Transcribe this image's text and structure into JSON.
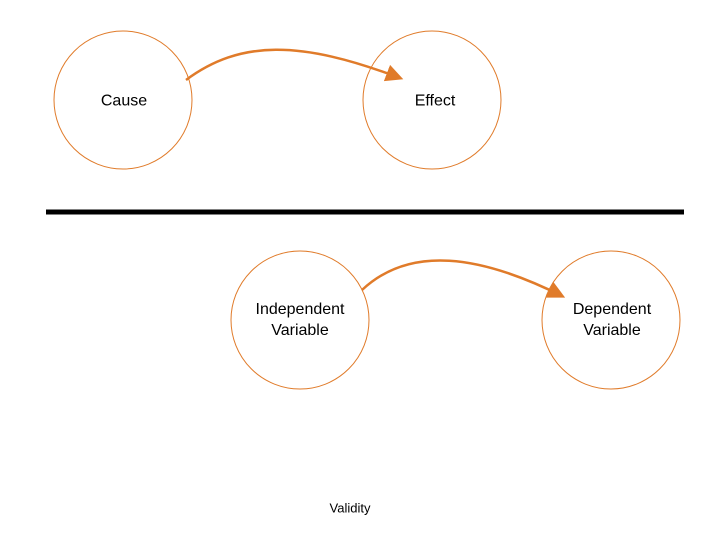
{
  "colors": {
    "accent": "#E07B2A",
    "divider": "#000000",
    "text": "#000000",
    "background": "#FFFFFF"
  },
  "top": {
    "cause": {
      "label": "Cause"
    },
    "effect": {
      "label": "Effect"
    }
  },
  "bottom": {
    "independent": {
      "line1": "Independent",
      "line2": "Variable"
    },
    "dependent": {
      "line1": "Dependent",
      "line2": "Variable"
    }
  },
  "footer": {
    "label": "Validity"
  }
}
